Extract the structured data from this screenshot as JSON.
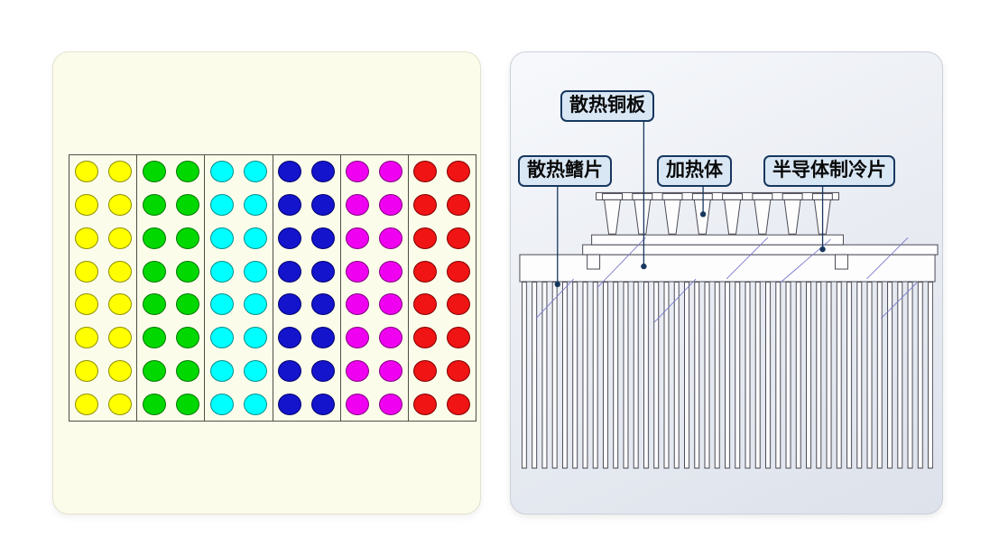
{
  "left_panel": {
    "name": "colored sample plate",
    "background": "#FCFCEA",
    "plate": {
      "rows": 8,
      "cols_per_group": 2,
      "groups": [
        {
          "name": "yellow",
          "fill": "#FFFF00",
          "stroke": "#8F8F00"
        },
        {
          "name": "green",
          "fill": "#00D800",
          "stroke": "#007800"
        },
        {
          "name": "cyan",
          "fill": "#00FFFF",
          "stroke": "#008F8F"
        },
        {
          "name": "blue",
          "fill": "#1414CC",
          "stroke": "#000070"
        },
        {
          "name": "magenta",
          "fill": "#F000F0",
          "stroke": "#800080"
        },
        {
          "name": "red",
          "fill": "#F01414",
          "stroke": "#800000"
        }
      ]
    }
  },
  "right_panel": {
    "name": "thermal module cross-section",
    "background_top": "#F7F9FC",
    "background_bottom": "#DDE2EB",
    "label_fill": "#D9E7F5",
    "label_border": "#17375E",
    "leader_color": "#17375E",
    "hatch_color": "#7A7ACD",
    "tube_count": 8,
    "fin_count": 41,
    "labels": [
      {
        "id": "copper-plate",
        "text": "散热铜板"
      },
      {
        "id": "fins",
        "text": "散热鳍片"
      },
      {
        "id": "heater",
        "text": "加热体"
      },
      {
        "id": "peltier",
        "text": "半导体制冷片"
      }
    ]
  }
}
